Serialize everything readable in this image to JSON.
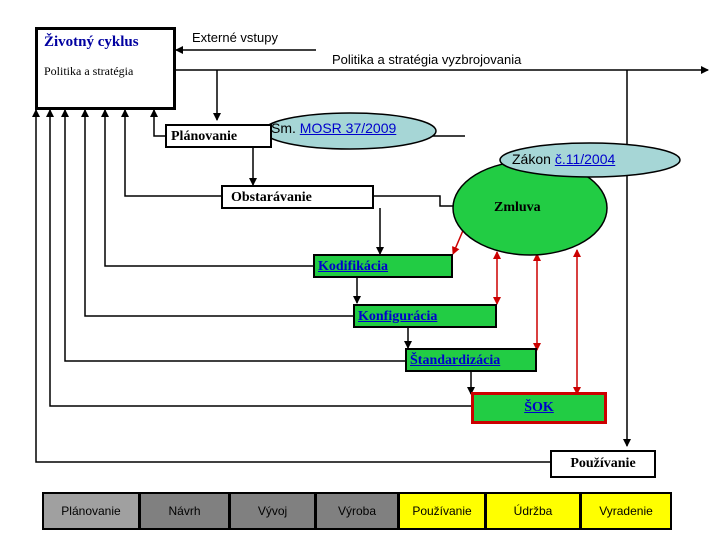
{
  "colors": {
    "green": "#22cc44",
    "teal": "#a6d6d6",
    "red": "#cc0000",
    "link": "#0000cc",
    "phase_yellow": "#ffff00"
  },
  "lifecycle": {
    "title": "Životný cyklus",
    "subtitle": "Politika a stratégia"
  },
  "external_inputs": "Externé vstupy",
  "armament_policy": "Politika a stratégia vyzbrojovania",
  "planning": "Plánovanie",
  "mosr": {
    "prefix": "Sm. ",
    "link": "MOSR 37/2009"
  },
  "zakon": {
    "prefix": "Zákon ",
    "link": "č.11/2004"
  },
  "procurement": "Obstarávanie",
  "contract": "Zmluva",
  "codification": "Kodifikácia",
  "configuration": "Konfigurácia",
  "standardization": "Štandardizácia",
  "sok": "ŠOK",
  "usage": "Používanie",
  "phases": [
    "Plánovanie",
    "Návrh",
    "Vývoj",
    "Výroba",
    "Používanie",
    "Údržba",
    "Vyradenie"
  ]
}
